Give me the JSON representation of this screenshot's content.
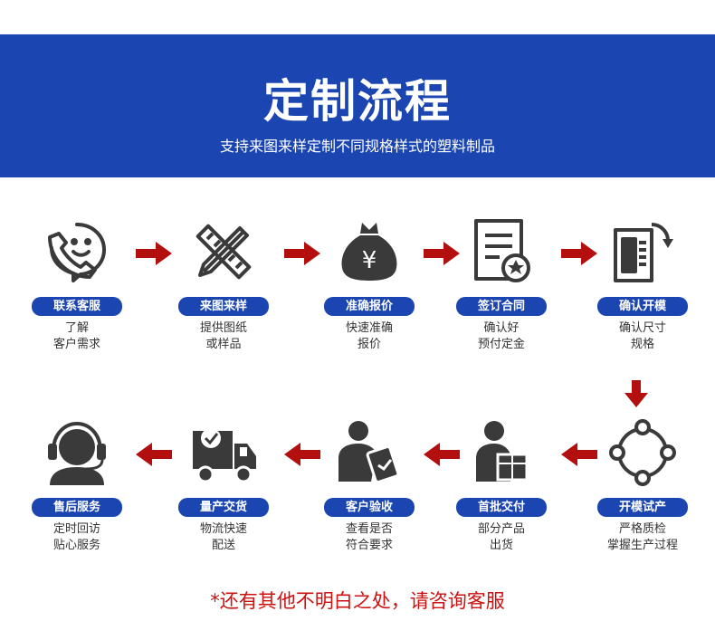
{
  "header": {
    "title": "定制流程",
    "subtitle": "支持来图来样定制不同规格样式的塑料制品"
  },
  "steps": [
    {
      "label": "联系客服",
      "desc": [
        "了解",
        "客户需求"
      ],
      "icon": "phone-smile-icon"
    },
    {
      "label": "来图来样",
      "desc": [
        "提供图纸",
        "或样品"
      ],
      "icon": "pencil-ruler-icon"
    },
    {
      "label": "准确报价",
      "desc": [
        "快速准确",
        "报价"
      ],
      "icon": "money-bag-icon"
    },
    {
      "label": "签订合同",
      "desc": [
        "确认好",
        "预付定金"
      ],
      "icon": "contract-icon"
    },
    {
      "label": "确认开模",
      "desc": [
        "确认尺寸",
        "规格"
      ],
      "icon": "document-refresh-icon"
    },
    {
      "label": "开模试产",
      "desc": [
        "严格质检",
        "掌握生产过程"
      ],
      "icon": "cycle-nodes-icon"
    },
    {
      "label": "首批交付",
      "desc": [
        "部分产品",
        "出货"
      ],
      "icon": "person-box-icon"
    },
    {
      "label": "客户验收",
      "desc": [
        "查看是否",
        "符合要求"
      ],
      "icon": "person-tablet-icon"
    },
    {
      "label": "量产交货",
      "desc": [
        "物流快速",
        "配送"
      ],
      "icon": "delivery-truck-icon"
    },
    {
      "label": "售后服务",
      "desc": [
        "定时回访",
        "贴心服务"
      ],
      "icon": "headset-agent-icon"
    }
  ],
  "footer": {
    "note": "*还有其他不明白之处，请咨询客服"
  },
  "colors": {
    "brand_blue": "#1b46b1",
    "arrow_red": "#b40f0f",
    "icon_dark": "#3a3a3a"
  }
}
